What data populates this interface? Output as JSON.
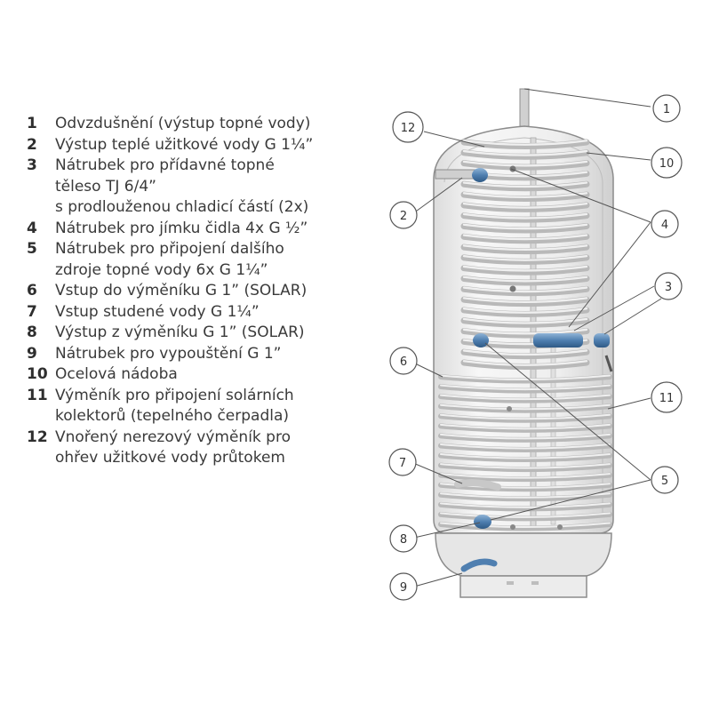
{
  "legend": [
    {
      "num": "1",
      "text": "Odvzdušnění (výstup topné vody)"
    },
    {
      "num": "2",
      "text": "Výstup teplé užitkové vody G 1¼”"
    },
    {
      "num": "3",
      "text": "Nátrubek pro přídavné topné\ntěleso TJ 6/4”\ns prodlouženou chladicí částí (2x)"
    },
    {
      "num": "4",
      "text": "Nátrubek pro jímku čidla 4x G ½”"
    },
    {
      "num": "5",
      "text": "Nátrubek pro připojení dalšího\nzdroje topné vody 6x G 1¼”"
    },
    {
      "num": "6",
      "text": "Vstup do výměníku G 1” (SOLAR)"
    },
    {
      "num": "7",
      "text": "Vstup studené vody G 1¼”"
    },
    {
      "num": "8",
      "text": "Výstup z výměníku G 1” (SOLAR)"
    },
    {
      "num": "9",
      "text": "Nátrubek pro vypouštění G 1”"
    },
    {
      "num": "10",
      "text": "Ocelová nádoba"
    },
    {
      "num": "11",
      "text": "Výměník pro připojení solárních\nkolektorů (tepelného čerpadla)"
    },
    {
      "num": "12",
      "text": "Vnořený nerezový výměník pro\nohřev užitkové vody průtokem"
    }
  ],
  "callouts": {
    "c1": "1",
    "c2": "2",
    "c3": "3",
    "c4": "4",
    "c5": "5",
    "c6": "6",
    "c7": "7",
    "c8": "8",
    "c9": "9",
    "c10": "10",
    "c11": "11",
    "c12": "12"
  },
  "colors": {
    "tank_outline": "#8c8c8c",
    "coil_stroke": "#b9b9b9",
    "coil_highlight": "#f0f0f0",
    "nozzle_blue": "#4f7fb0",
    "callout_stroke": "#555555"
  }
}
